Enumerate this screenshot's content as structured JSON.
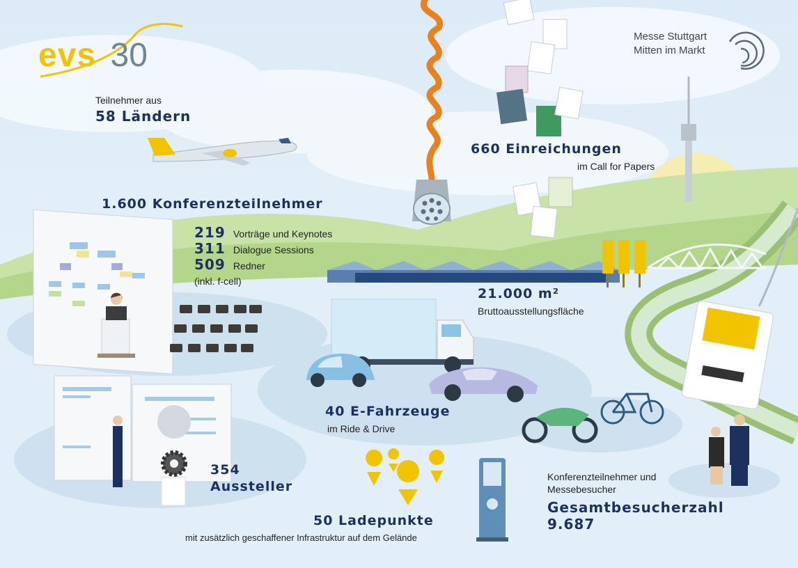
{
  "brand": {
    "evs_logo_text": "evs",
    "evs_logo_number": "30",
    "messe_name": "Messe Stuttgart",
    "messe_tagline": "Mitten im Markt",
    "colors": {
      "yellow": "#f2c400",
      "navy": "#1c3160",
      "grey_blue": "#6f8495",
      "orange": "#e8821f",
      "green": "#8cc34a",
      "sky": "#e6f1fa"
    }
  },
  "stats": {
    "countries": {
      "label": "Teilnehmer aus",
      "value": "58 Ländern"
    },
    "submissions": {
      "value": "660 Einreichungen",
      "label": "im Call for Papers"
    },
    "conference": {
      "value": "1.600 Konferenzteilnehmer"
    },
    "talks": [
      {
        "number": "219",
        "label": "Vorträge und Keynotes"
      },
      {
        "number": "311",
        "label": "Dialogue Sessions"
      },
      {
        "number": "509",
        "label": "Redner"
      }
    ],
    "talks_note": "(inkl. f-cell)",
    "area": {
      "value": "21.000 m²",
      "label": "Bruttoausstellungsfläche"
    },
    "vehicles": {
      "value": "40 E-Fahrzeuge",
      "label": "im Ride & Drive"
    },
    "exhibitors": {
      "value_line1": "354",
      "value_line2": "Aussteller"
    },
    "charging": {
      "value": "50 Ladepunkte",
      "label": "mit zusätzlich geschaffener Infrastruktur auf dem Gelände"
    },
    "visitors": {
      "label_line1": "Konferenzteilnehmer und",
      "label_line2": "Messebesucher",
      "title": "Gesamtbesucherzahl",
      "value": "9.687"
    }
  },
  "icons": [
    "airplane-icon",
    "charging-cable-icon",
    "paper-stack-icon",
    "tv-tower-icon",
    "exhibition-hall-icon",
    "flags-icon",
    "bridge-icon",
    "presentation-board-icon",
    "speaker-podium-icon",
    "audience-chairs-icon",
    "truck-icon",
    "compact-ev-icon",
    "sports-car-icon",
    "motorcycle-icon",
    "e-bike-icon",
    "exhibitor-stand-icon",
    "gear-icon",
    "map-pin-icon",
    "charging-station-icon",
    "badge-icon",
    "visitors-icon"
  ]
}
